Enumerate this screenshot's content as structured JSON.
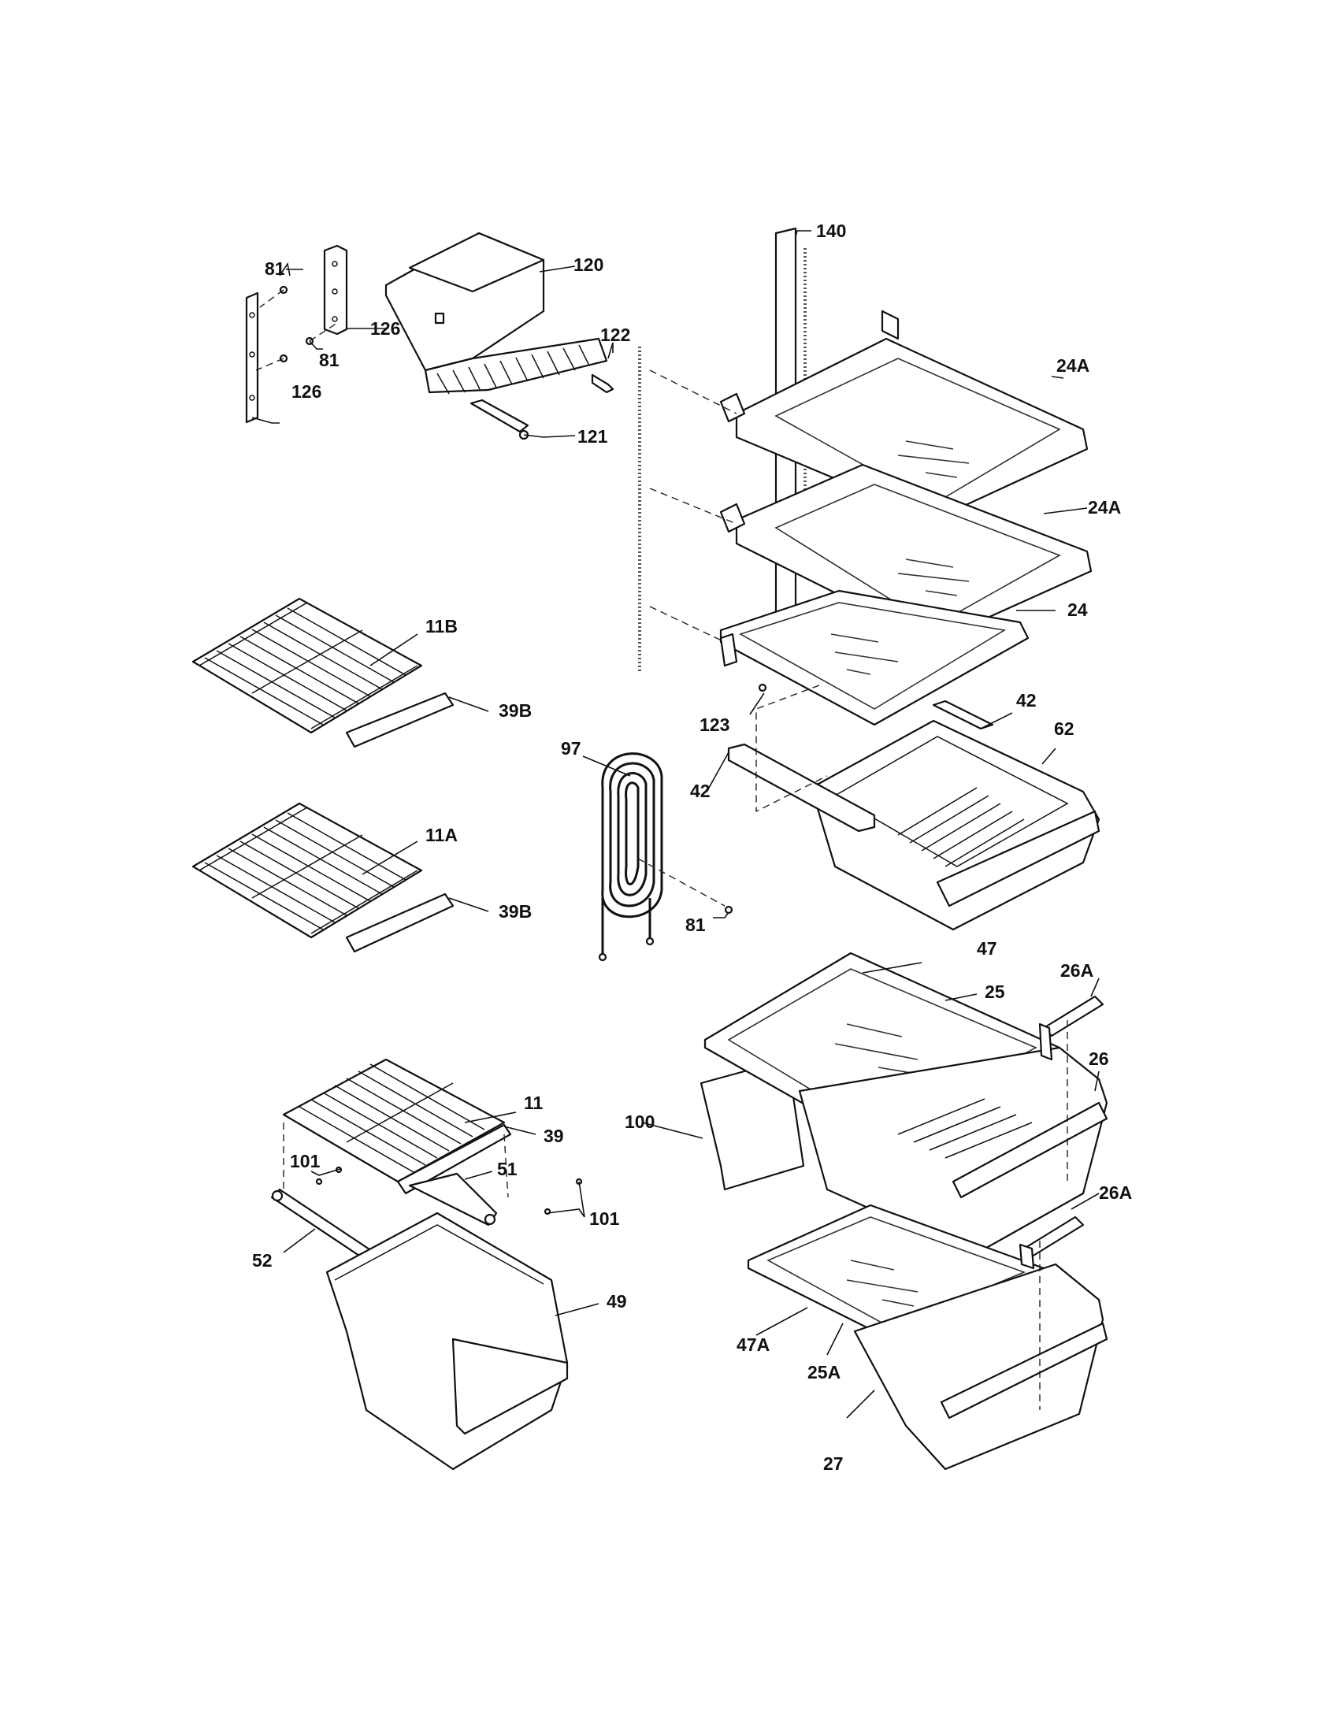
{
  "callouts": {
    "c140": "140",
    "c120": "120",
    "c81a": "81",
    "c126a": "126",
    "c81b": "81",
    "c126b": "126",
    "c122": "122",
    "c121": "121",
    "c24A_1": "24A",
    "c24A_2": "24A",
    "c24": "24",
    "c11B": "11B",
    "c39B_1": "39B",
    "c11A": "11A",
    "c39B_2": "39B",
    "c123": "123",
    "c42a": "42",
    "c62": "62",
    "c97": "97",
    "c42b": "42",
    "c81c": "81",
    "c47": "47",
    "c26A_1": "26A",
    "c25": "25",
    "c26": "26",
    "c100": "100",
    "c11": "11",
    "c39": "39",
    "c101a": "101",
    "c51": "51",
    "c101b": "101",
    "c52": "52",
    "c49": "49",
    "c26A_2": "26A",
    "c47A": "47A",
    "c25A": "25A",
    "c27": "27"
  }
}
